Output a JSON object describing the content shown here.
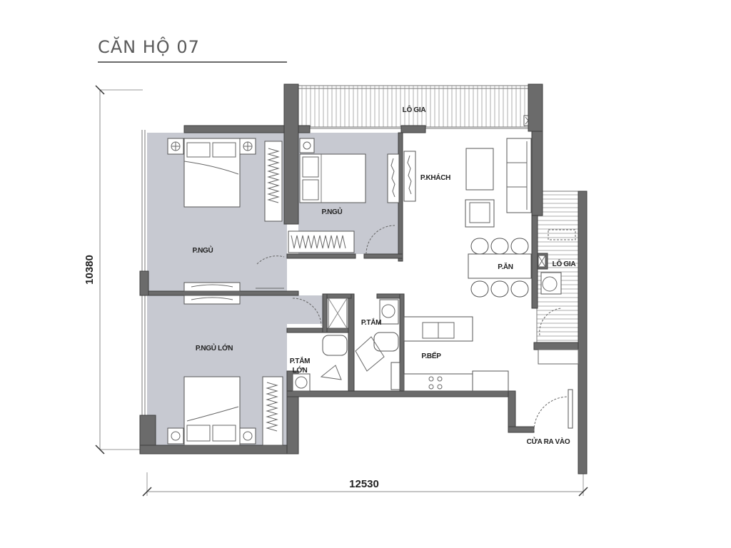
{
  "header": {
    "title": "CĂN HỘ 07"
  },
  "dimensions": {
    "height_label": "10380",
    "width_label": "12530"
  },
  "rooms": {
    "balcony_top": "LÔ GIA",
    "bedroom_left": "P.NGỦ",
    "bedroom_middle": "P.NGỦ",
    "living_room": "P.KHÁCH",
    "dining_room": "P.ĂN",
    "balcony_right": "LÔ GIA",
    "master_bedroom": "P.NGỦ LỚN",
    "master_bath_line1": "P.TẮM",
    "master_bath_line2": "LỚN",
    "bathroom": "P.TẮM",
    "kitchen": "P.BẾP",
    "entrance": "CỬA RA VÀO"
  },
  "colors": {
    "wall": "#6b6b6b",
    "bedroom_fill": "#c7c9d1",
    "title_text": "#5a5a5a",
    "background": "#ffffff"
  }
}
